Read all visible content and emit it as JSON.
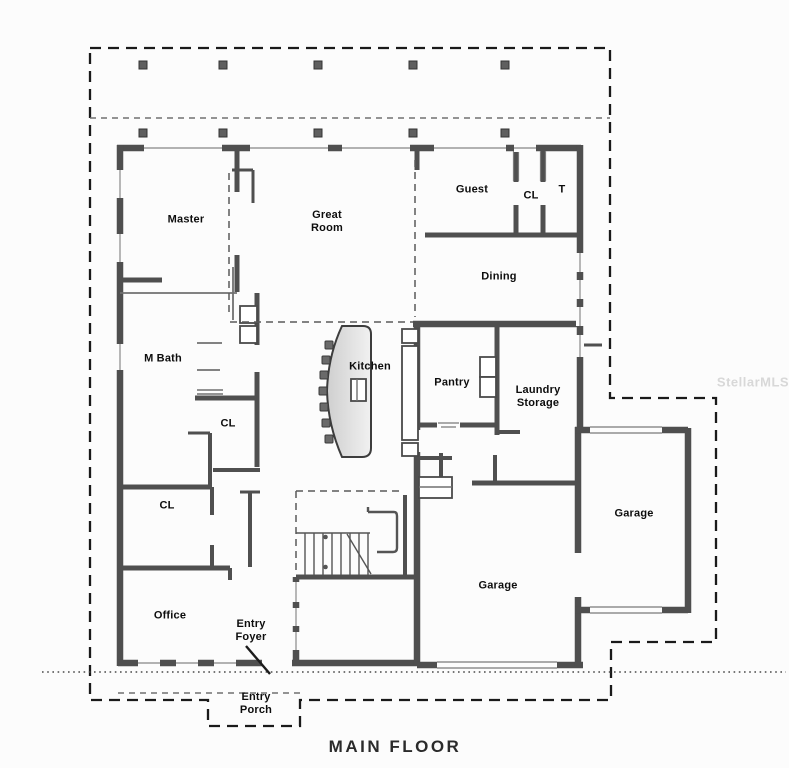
{
  "title": "MAIN FLOOR",
  "watermark": "StellarMLS",
  "rooms": {
    "master": "Master",
    "great_room": "Great\nRoom",
    "guest": "Guest",
    "guest_closet": "CL",
    "toilet": "T",
    "dining": "Dining",
    "m_bath": "M Bath",
    "kitchen": "Kitchen",
    "pantry": "Pantry",
    "laundry_storage": "Laundry\nStorage",
    "hall_closet": "CL",
    "closet": "CL",
    "office": "Office",
    "entry_foyer": "Entry\nFoyer",
    "entry_porch": "Entry\nPorch",
    "garage_main": "Garage",
    "garage_second": "Garage"
  },
  "colors": {
    "wall": "#4f4f4f",
    "thin": "#707070",
    "dash": "#1a1a1a",
    "winline": "#9a9a9a",
    "label": "#0d0d0d",
    "watermark": "#d8d8d8"
  }
}
